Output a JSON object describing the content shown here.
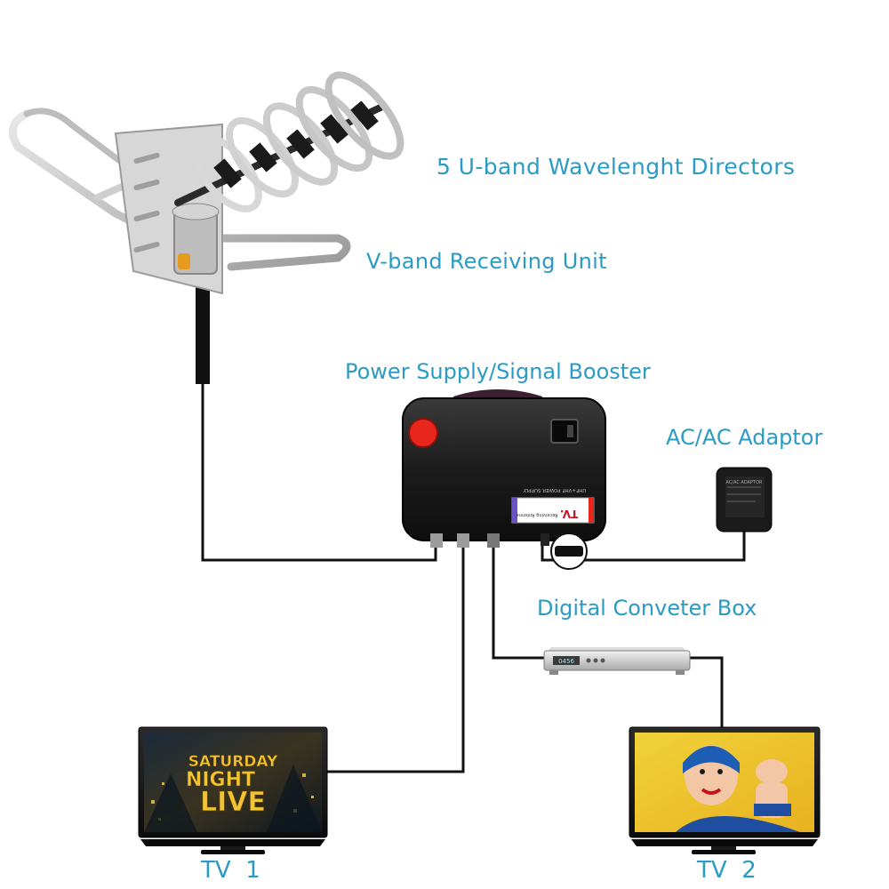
{
  "labels": {
    "directors": "5 U-band Wavelenght Directors",
    "receiving_unit": "V-band Receiving Unit",
    "booster": "Power Supply/Signal Booster",
    "adaptor": "AC/AC Adaptor",
    "converter": "Digital Conveter Box",
    "tv1": "TV  1",
    "tv2": "TV  2"
  },
  "tv1_screen": {
    "line1": "SATURDAY",
    "line2": "NIGHT",
    "line3": "LIVE"
  },
  "booster_sticker": {
    "text": "TV.",
    "brand_line": "UHF+VHF POWER SUPPLY",
    "sub_line": "Receiving Antenna"
  },
  "converter_display": "0456",
  "adaptor_text": "AC/AC ADAPTOR",
  "colors": {
    "label": "#2a9bc4",
    "cable": "#111111",
    "booster_body": "#1c1c1c",
    "power_button": "#e8261c",
    "antenna_metal": "#c9c9c9"
  }
}
